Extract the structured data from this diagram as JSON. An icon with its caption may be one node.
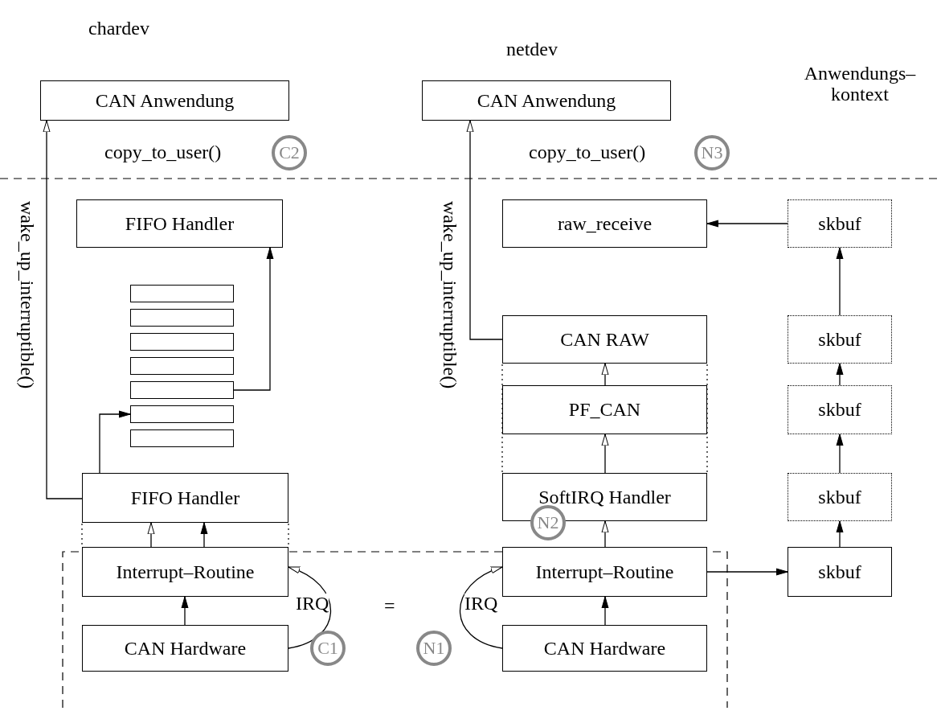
{
  "diagram": {
    "nodes": [
      {
        "text": [
          "CAN Anwendung"
        ]
      },
      {
        "text": [
          "FIFO Handler"
        ]
      },
      {
        "text": [],
        "shape": "box"
      },
      {
        "text": [],
        "shape": "box"
      },
      {
        "text": [],
        "shape": "box"
      },
      {
        "text": [],
        "shape": "box"
      },
      {
        "text": [],
        "shape": "box"
      },
      {
        "text": [],
        "shape": "box"
      },
      {
        "text": [],
        "shape": "box"
      },
      {
        "text": [
          "FIFO Handler"
        ]
      },
      {
        "text": [
          "Interrupt–Routine"
        ]
      },
      {
        "text": [
          "CAN Hardware"
        ]
      },
      {
        "text": [
          "CAN Anwendung"
        ]
      },
      {
        "text": [
          "raw_receive"
        ]
      },
      {
        "text": [
          "CAN RAW"
        ]
      },
      {
        "text": [
          "PF_CAN"
        ]
      },
      {
        "text": [
          "SoftIRQ Handler"
        ]
      },
      {
        "text": [
          "Interrupt–Routine"
        ]
      },
      {
        "text": [
          "CAN Hardware"
        ]
      },
      {
        "text": [
          "skbuf"
        ]
      },
      {
        "text": [
          "skbuf"
        ]
      },
      {
        "text": [
          "skbuf"
        ]
      },
      {
        "text": [
          "skbuf"
        ]
      },
      {
        "text": [
          "skbuf"
        ]
      }
    ],
    "edges": [
      {
        "from": 9,
        "to": 0,
        "arrow": "to",
        "label": "wake_up_interruptible()"
      },
      {
        "from": 6,
        "to": 1,
        "arrow": "to"
      },
      {
        "from": 9,
        "to": 7,
        "arrow": "to"
      },
      {
        "from": 10,
        "to": 9,
        "arrow": "to"
      },
      {
        "from": 10,
        "to": 9,
        "arrow": "to"
      },
      {
        "from": 11,
        "to": 10,
        "arrow": "to"
      },
      {
        "from": 11,
        "to": 10,
        "arrow": "to",
        "label": "IRQ"
      },
      {
        "from": 14,
        "to": 12,
        "arrow": "to",
        "label": "wake_up_interruptible()"
      },
      {
        "from": 15,
        "to": 14,
        "arrow": "to"
      },
      {
        "from": 16,
        "to": 15,
        "arrow": "to"
      },
      {
        "from": 17,
        "to": 16,
        "arrow": "to"
      },
      {
        "from": 18,
        "to": 17,
        "arrow": "to"
      },
      {
        "from": 18,
        "to": 17,
        "arrow": "to",
        "label": "IRQ"
      },
      {
        "from": 17,
        "to": 23,
        "arrow": "to"
      },
      {
        "from": 23,
        "to": 22,
        "arrow": "to"
      },
      {
        "from": 22,
        "to": 21,
        "arrow": "to"
      },
      {
        "from": 21,
        "to": 20,
        "arrow": "to"
      },
      {
        "from": 20,
        "to": 19,
        "arrow": "to"
      },
      {
        "from": 19,
        "to": 13,
        "arrow": "to"
      }
    ],
    "labels": [
      "chardev",
      "netdev",
      "Anwendungs– kontext",
      "copy_to_user()",
      "C2",
      "copy_to_user()",
      "N3",
      "N2",
      "=",
      "C1",
      "N1"
    ]
  }
}
